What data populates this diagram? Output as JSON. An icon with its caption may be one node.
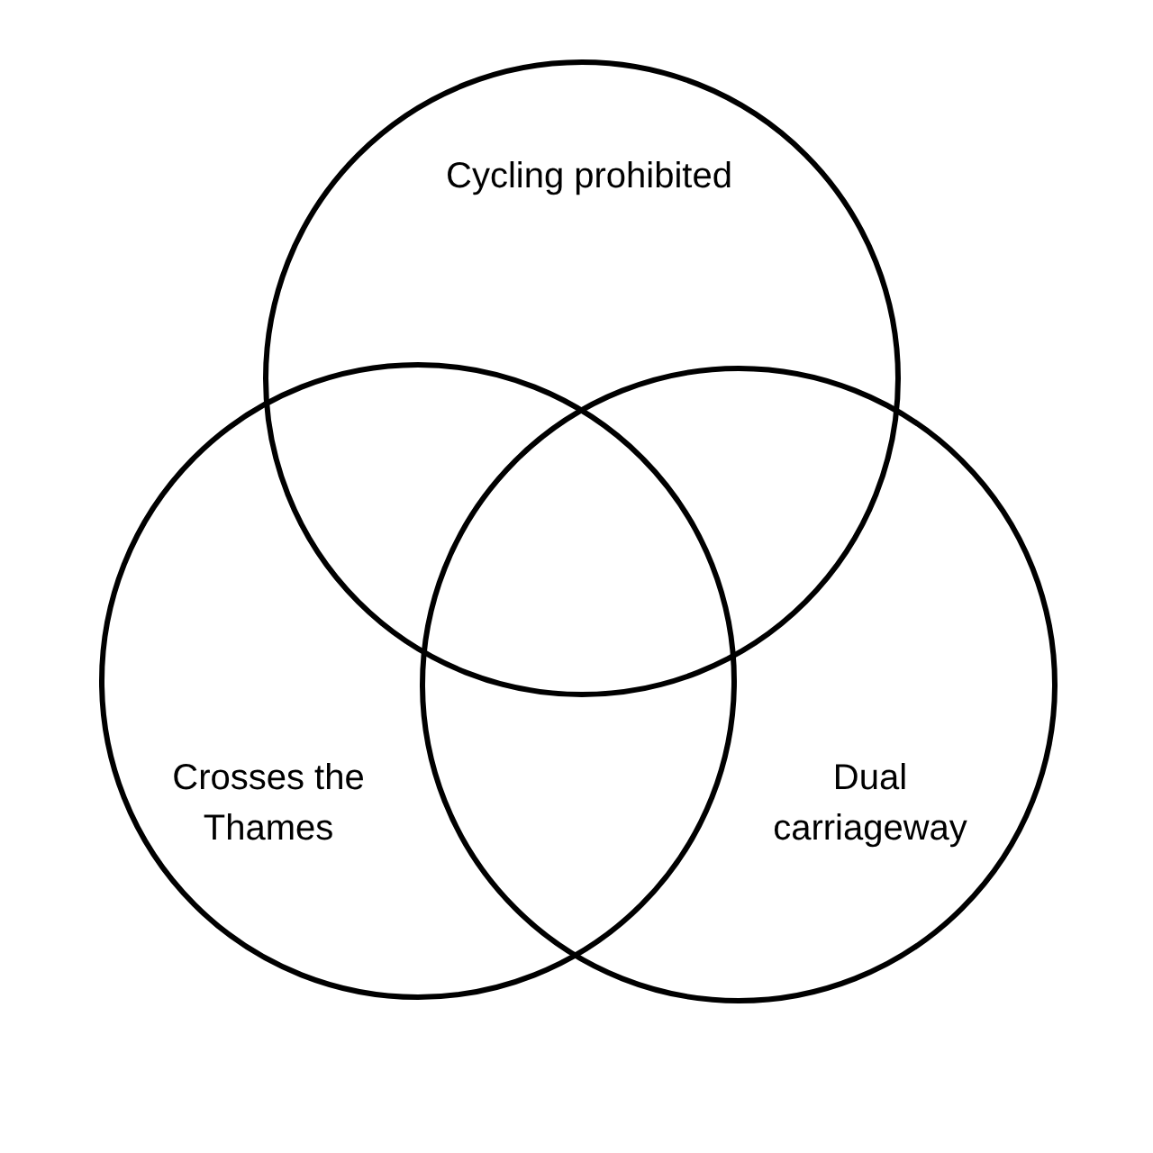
{
  "diagram": {
    "nodes": [
      {
        "text": [
          "Cycling prohibited"
        ]
      },
      {
        "text": [
          "Crosses the Thames"
        ]
      },
      {
        "text": [
          "Dual carriageway"
        ]
      }
    ]
  }
}
